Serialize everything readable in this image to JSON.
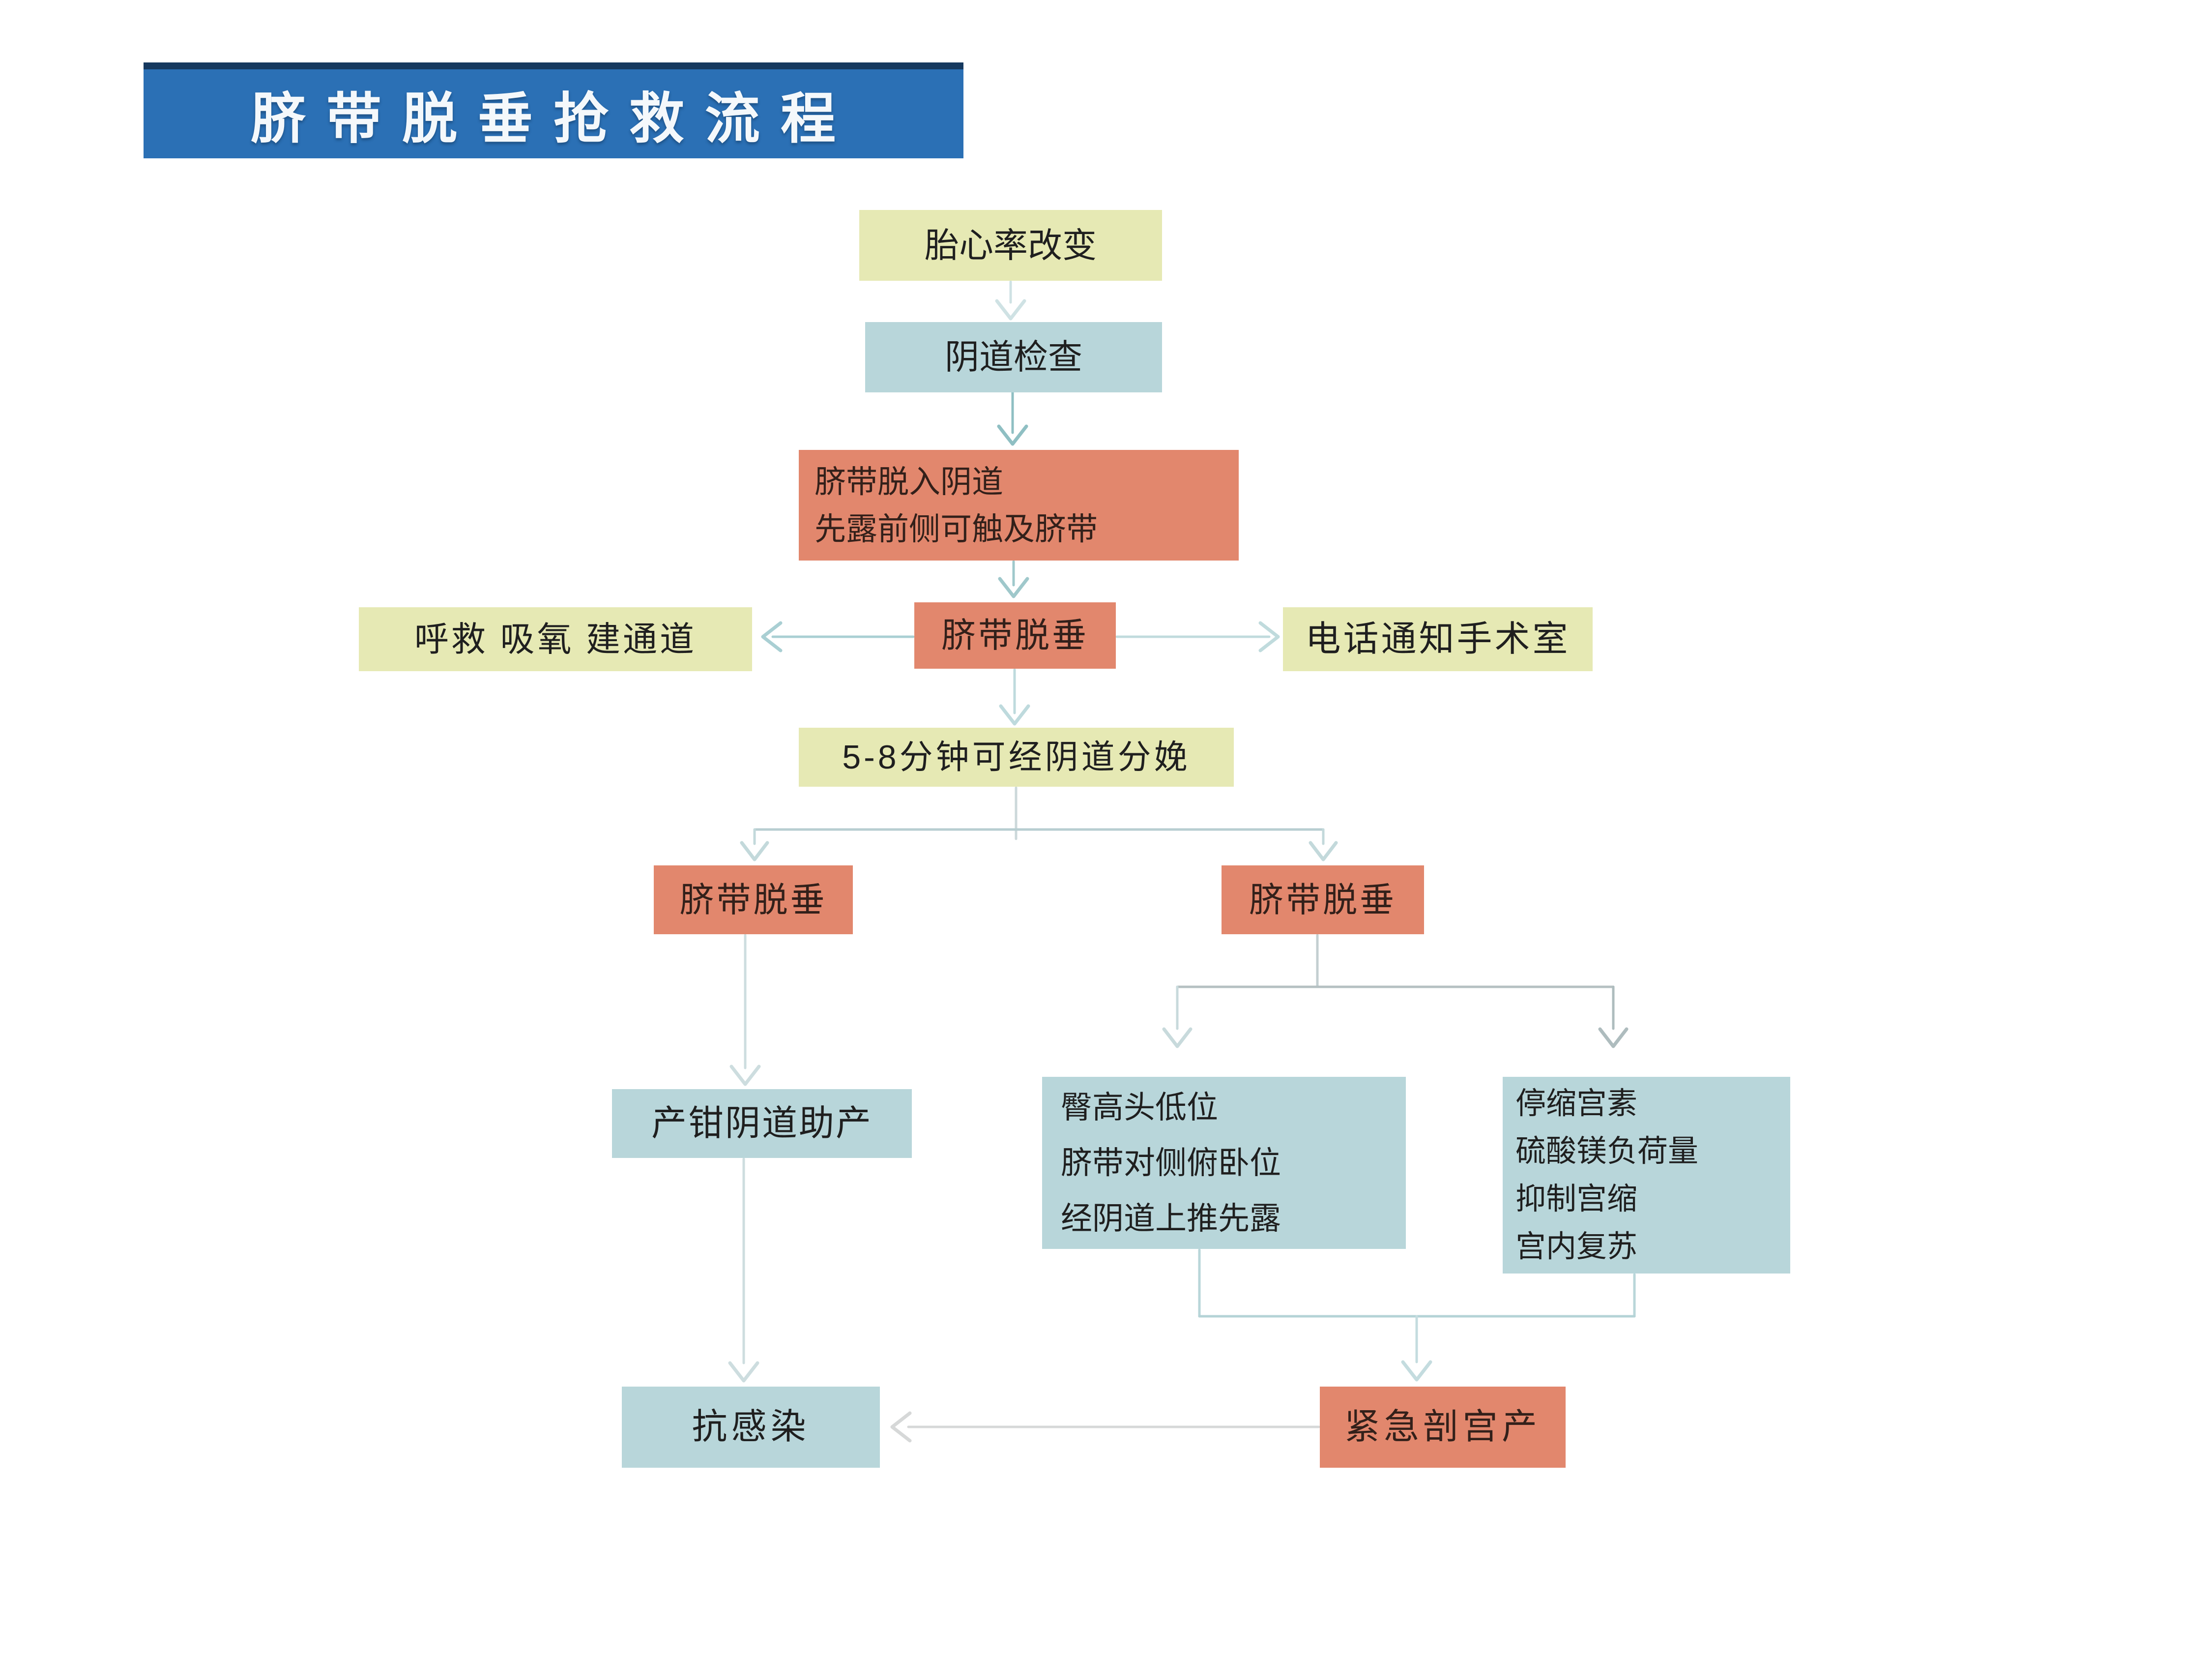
{
  "title": "脐带脱垂抢救流程",
  "colors": {
    "banner_blue": "#2b70b5",
    "banner_edge": "#16395f",
    "node_yellow": "#e6e9b4",
    "node_blue": "#b8d6da",
    "node_salmon": "#e2876d",
    "arrow_teal": "#8fbfc3",
    "arrow_gray": "#d6d8d8",
    "text": "#1f1f1f"
  },
  "nodes": {
    "fetal_heart_rate": {
      "label": "胎心率改变"
    },
    "vaginal_exam": {
      "label": "阴道检查"
    },
    "cord_into_vagina": {
      "lines": [
        "脐带脱入阴道",
        "先露前侧可触及脐带"
      ]
    },
    "cord_prolapse": {
      "label": "脐带脱垂"
    },
    "call_help": {
      "label": "呼救 吸氧 建通道"
    },
    "notify_or": {
      "label": "电话通知手术室"
    },
    "vaginal_delivery_window": {
      "label": "5-8分钟可经阴道分娩"
    },
    "cord_prolapse_left": {
      "label": "脐带脱垂"
    },
    "cord_prolapse_right": {
      "label": "脐带脱垂"
    },
    "forceps_delivery": {
      "label": "产钳阴道助产"
    },
    "reposition": {
      "lines": [
        "臀高头低位",
        "脐带对侧俯卧位",
        "经阴道上推先露"
      ]
    },
    "tocolysis": {
      "lines": [
        "停缩宫素",
        "硫酸镁负荷量",
        "抑制宫缩",
        "宫内复苏"
      ]
    },
    "emergency_csection": {
      "label": "紧急剖宫产"
    },
    "anti_infection": {
      "label": "抗感染"
    }
  }
}
